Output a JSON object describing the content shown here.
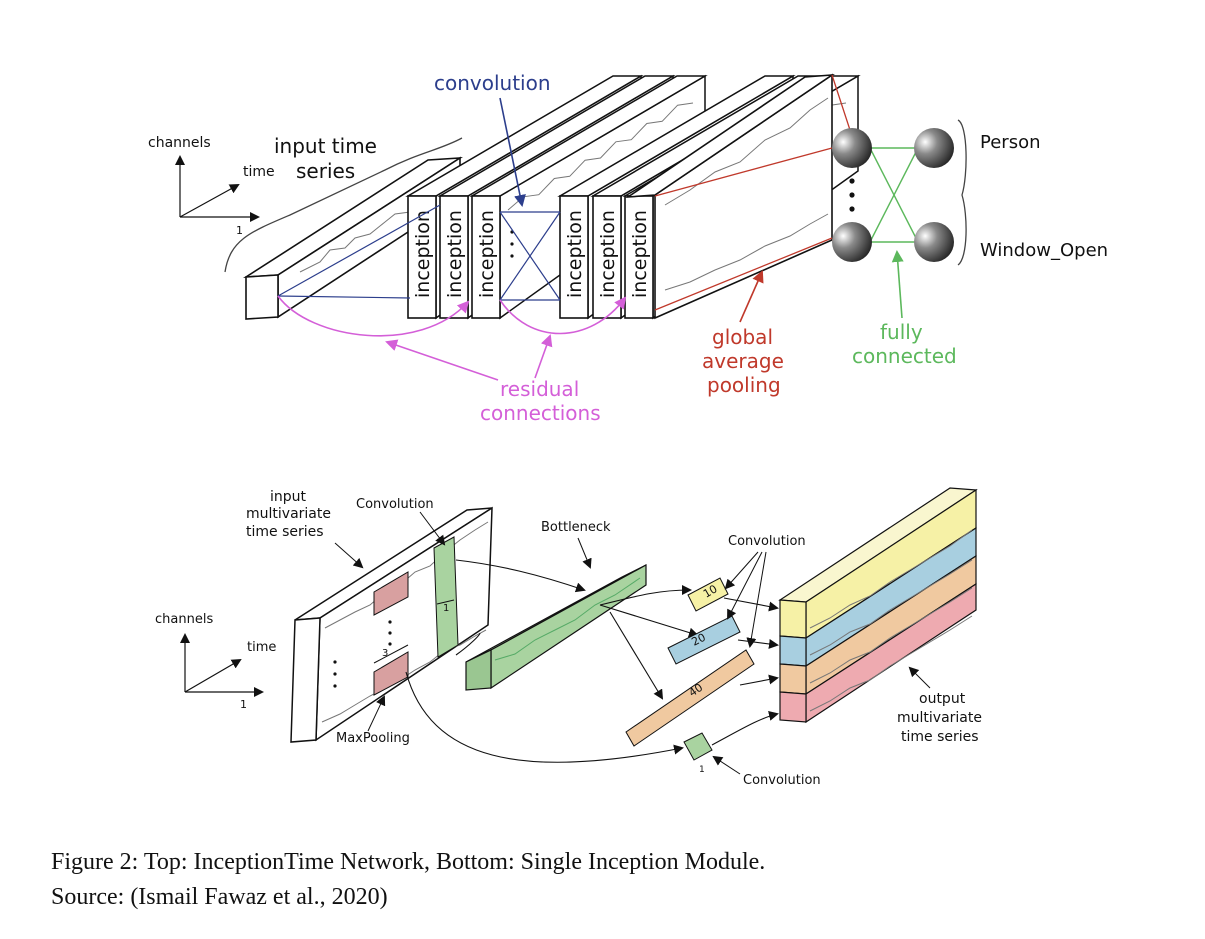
{
  "top": {
    "axes": {
      "channels": "channels",
      "time": "time",
      "one": "1"
    },
    "input_label": [
      "input time",
      "series"
    ],
    "convolution": "convolution",
    "inception": "inception",
    "residual": [
      "residual",
      "connections"
    ],
    "gap": [
      "global",
      "average",
      "pooling"
    ],
    "fc": [
      "fully",
      "connected"
    ],
    "classes": [
      "Person",
      "Window_Open"
    ]
  },
  "bottom": {
    "axes": {
      "channels": "channels",
      "time": "time",
      "one": "1"
    },
    "input_label": [
      "input",
      "multivariate",
      "time series"
    ],
    "convolution_top": "Convolution",
    "bottleneck": "Bottleneck",
    "convolution_right": "Convolution",
    "convolution_bottom": "Convolution",
    "maxpooling": "MaxPooling",
    "filter_sizes": [
      "10",
      "20",
      "40"
    ],
    "size_1_a": "1",
    "size_1_b": "1",
    "size_3": "3",
    "output_label": [
      "output",
      "multivariate",
      "time series"
    ]
  },
  "caption": {
    "line1": "Figure 2: Top: InceptionTime Network, Bottom: Single Inception Module.",
    "line2": "Source: (Ismail Fawaz et al., 2020)"
  },
  "colors": {
    "convolution": "#2c3e8c",
    "residual": "#d45fd8",
    "gap": "#c0392b",
    "fc": "#5cb85c",
    "green_fill": "#a9d3a0",
    "red_fill": "#d8a0a0",
    "yellow_fill": "#f6f1a6",
    "blue_fill": "#a8cfe0",
    "orange_fill": "#f0c9a0",
    "pink_fill": "#eeaab0"
  }
}
